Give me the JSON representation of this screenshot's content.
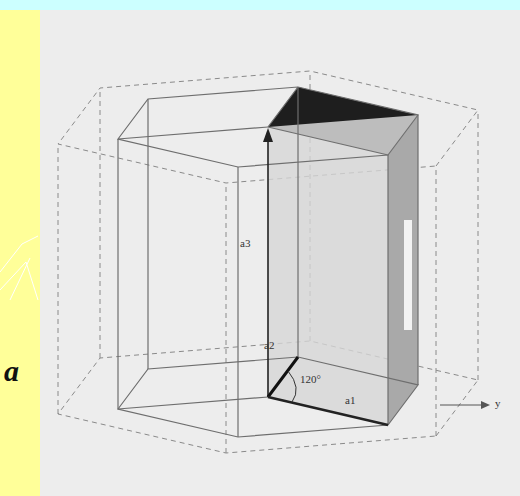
{
  "diagram": {
    "labels": [
      "a3",
      "a2",
      "120°",
      "a1",
      "y",
      "a"
    ]
  }
}
